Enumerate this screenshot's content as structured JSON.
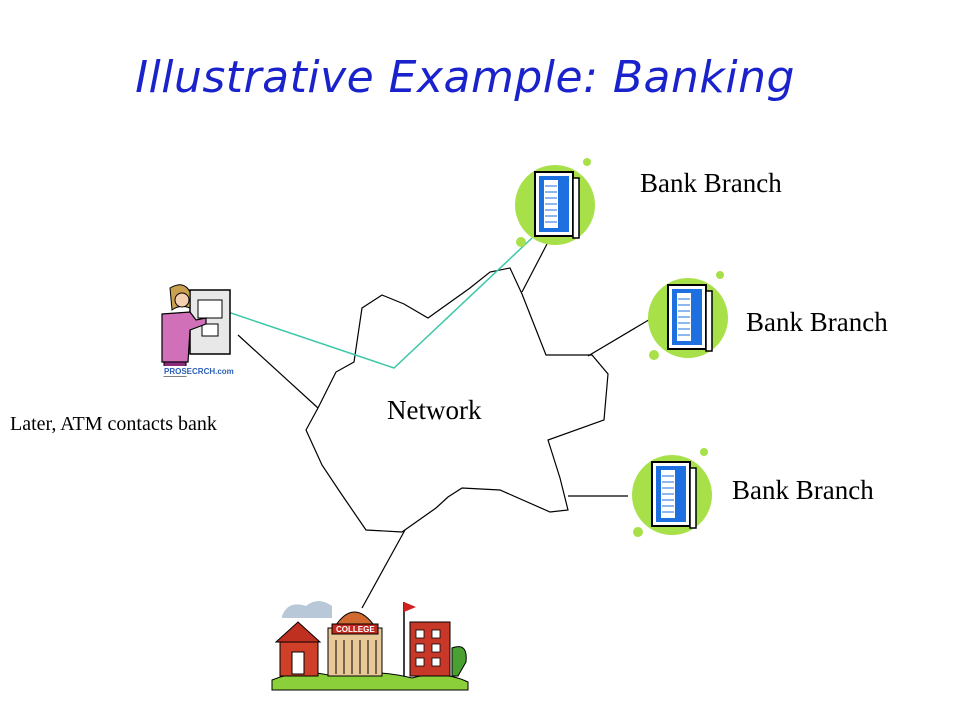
{
  "slide": {
    "title": "Illustrative Example: Banking"
  },
  "labels": {
    "branch_1": "Bank Branch",
    "branch_2": "Bank Branch",
    "branch_3": "Bank Branch",
    "network": "Network",
    "atm_caption": "Later, ATM contacts bank"
  },
  "colors": {
    "title": "#1a22cc",
    "server_blob": "#a8e04a",
    "server_blue": "#1e6fe0",
    "connection_active": "#3cc8a8",
    "connection": "#000000"
  },
  "icons": {
    "servers": [
      "server-icon",
      "server-icon",
      "server-icon"
    ],
    "atm_user": "atm-user-icon",
    "college": "college-icon",
    "atm_logo_text": "PROSECRCH.com",
    "college_sign": "COLLEGE"
  }
}
